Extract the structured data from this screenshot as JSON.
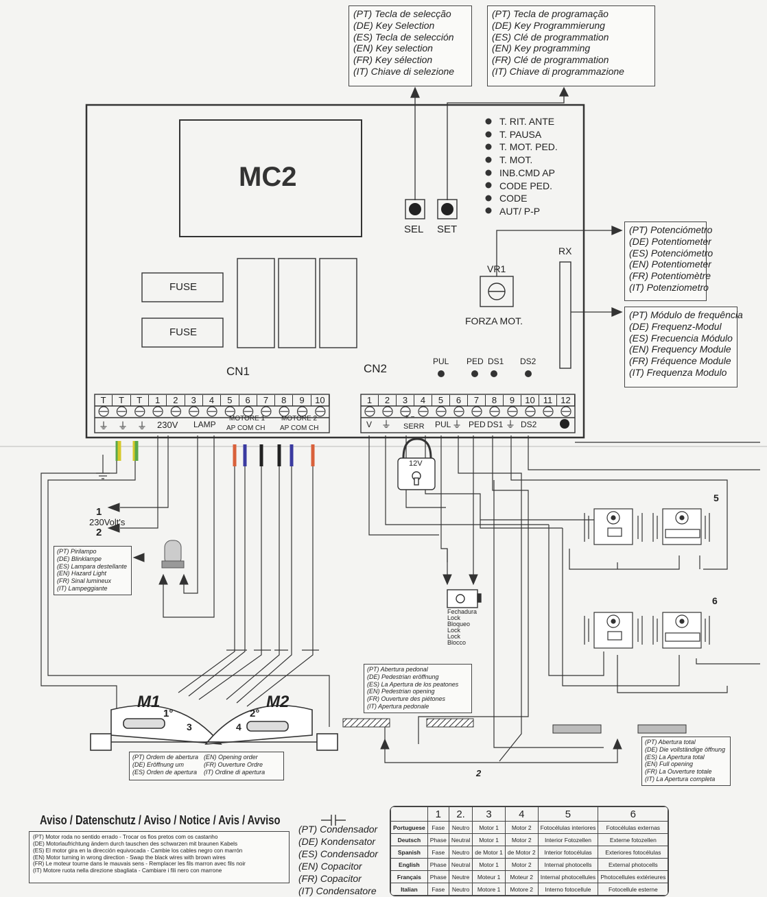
{
  "callouts": {
    "selection": [
      "(PT) Tecla de selecção",
      "(DE) Key Selection",
      "(ES) Tecla de selección",
      "(EN) Key selection",
      "(FR) Key sélection",
      "(IT) Chiave di selezione"
    ],
    "programming": [
      "(PT) Tecla de programação",
      "(DE) Key Programmierung",
      "(ES) Clé de programmation",
      "(EN) Key programming",
      "(FR) Clé de programmation",
      "(IT) Chiave di programmazione"
    ],
    "potentiometer": [
      "(PT) Potenciómetro",
      "(DE) Potentiometer",
      "(ES) Potenciómetro",
      "(EN) Potentiometer",
      "(FR) Potentiomètre",
      "(IT) Potenziometro"
    ],
    "frequency": [
      "(PT) Módulo de frequência",
      "(DE) Frequenz-Modul",
      "(ES) Frecuencia Módulo",
      "(EN) Frequency Module",
      "(FR) Fréquence Module",
      "(IT) Frequenza Modulo"
    ],
    "hazard": [
      "(PT) Pirilampo",
      "(DE) Blinklampe",
      "(ES) Lampara destellante",
      "(EN) Hazard Light",
      "(FR) Sinal lumineux",
      "(IT) Lampeggiante"
    ],
    "pedestrian": [
      "(PT) Abertura pedonal",
      "(DE) Pedestrian eröffnung",
      "(ES) La Apertura de los peatones",
      "(EN) Pedestrian opening",
      "(FR) Ouverture des piétones",
      "(IT) Apertura pedonale"
    ],
    "total": [
      "(PT) Abertura total",
      "(DE) Die vollständige öffnung",
      "(ES) La Apertura total",
      "(EN) Full opening",
      "(FR) La Ouverture totale",
      "(IT) La Apertura completa"
    ],
    "order_left": [
      "(PT) Ordem de abertura",
      "(DE) Eröffnung um",
      "(ES) Orden de apertura"
    ],
    "order_right": [
      "(EN) Opening order",
      "(FR) Ouverture Ordre",
      "(IT) Ordine di apertura"
    ]
  },
  "board": {
    "title": "MC2",
    "fuse1": "FUSE",
    "fuse2": "FUSE",
    "sel": "SEL",
    "set": "SET",
    "leds": [
      "T. RIT. ANTE",
      "T. PAUSA",
      "T. MOT. PED.",
      "T. MOT.",
      "INB.CMD AP",
      "CODE  PED.",
      "CODE",
      "AUT/ P-P"
    ],
    "vr1": "VR1",
    "forza": "FORZA MOT.",
    "rx": "RX",
    "cn1": "CN1",
    "cn2": "CN2",
    "pul_led": "PUL",
    "ped_led": "PED",
    "ds1_led": "DS1",
    "ds2_led": "DS2"
  },
  "terminals": {
    "cn1_nums": [
      "T",
      "T",
      "T",
      "1",
      "2",
      "3",
      "4",
      "5",
      "6",
      "7",
      "8",
      "9",
      "10"
    ],
    "cn2_nums": [
      "1",
      "2",
      "3",
      "4",
      "5",
      "6",
      "7",
      "8",
      "9",
      "10",
      "11",
      "12"
    ],
    "v230": "230V",
    "lamp": "LAMP",
    "motore1": "MOTORE 1",
    "motore1_sub": "AP COM CH",
    "motore2": "MOTORE 2",
    "motore2_sub": "AP COM CH",
    "v": "V",
    "serr_pm": "+  −",
    "serr": "SERR",
    "pul": "PUL",
    "ped": "PED",
    "ds1": "DS1",
    "ds2": "DS2"
  },
  "wiring": {
    "line1": "1",
    "volts": "230Volt's",
    "line2": "2",
    "padlock": "12V",
    "lock_labels": [
      "Fechadura",
      "Lock",
      "Bloqueo",
      "Lock",
      "Lock",
      "Blocco"
    ],
    "photocell5": "5",
    "photocell6": "6",
    "m1": "M1",
    "m2": "M2",
    "m1_order": "1°",
    "m2_order": "2°",
    "m1_num": "3",
    "m2_num": "4",
    "mark_2": "2"
  },
  "notice": {
    "title": "Aviso / Datenschutz / Aviso / Notice / Avis / Avviso",
    "lines": [
      "(PT) Motor roda no sentido errado - Trocar os fios pretos com os castanho",
      "(DE) Motorlaufrichtung ändern durch tauschen des schwarzen mit braunen Kabels",
      "(ES) El motor gira en la dirección equivocada - Cambie los cables negro con marrón",
      "(EN) Motor turning in wrong direction - Swap the black wires with brown wires",
      "(FR) Le moteur tourne dans le mauvais sens - Remplacer les fils marron avec fils noir",
      "(IT) Motore ruota nella direzione sbagliata - Cambiare i fili nero con marrone"
    ]
  },
  "capacitor": [
    "(PT) Condensador",
    "(DE) Kondensator",
    "(ES) Condensador",
    "(EN) Copacitor",
    "(FR) Copacitor",
    "(IT) Condensatore"
  ],
  "legend_table": {
    "header": [
      "",
      "1",
      "2.",
      "3",
      "4",
      "5",
      "6"
    ],
    "rows": [
      [
        "Portuguese",
        "Fase",
        "Neutro",
        "Motor 1",
        "Motor 2",
        "Fotocélulas interiores",
        "Fotocélulas externas"
      ],
      [
        "Deutsch",
        "Phase",
        "Neutral",
        "Motor 1",
        "Motor 2",
        "Interior Fotozellen",
        "Externe fotozellen"
      ],
      [
        "Spanish",
        "Fase",
        "Neutro",
        "de Motor 1",
        "de Motor 2",
        "Interior fotocélulas",
        "Exteriores fotocélulas"
      ],
      [
        "English",
        "Phase",
        "Neutral",
        "Motor 1",
        "Motor 2",
        "Internal photocells",
        "External photocells"
      ],
      [
        "Français",
        "Phase",
        "Neutre",
        "Moteur 1",
        "Moteur 2",
        "Internal photocellules",
        "Photocellules extérieures"
      ],
      [
        "Italian",
        "Fase",
        "Neutro",
        "Motore 1",
        "Motore 2",
        "Interno fotocellule",
        "Fotocellule esterne"
      ]
    ]
  },
  "colors": {
    "line": "#333333",
    "orange_wire": "#d9613b",
    "blue_wire": "#3a3aa0",
    "black_wire": "#222222",
    "green_wire": "#5aa84a",
    "yellow_wire": "#d6c92a"
  }
}
